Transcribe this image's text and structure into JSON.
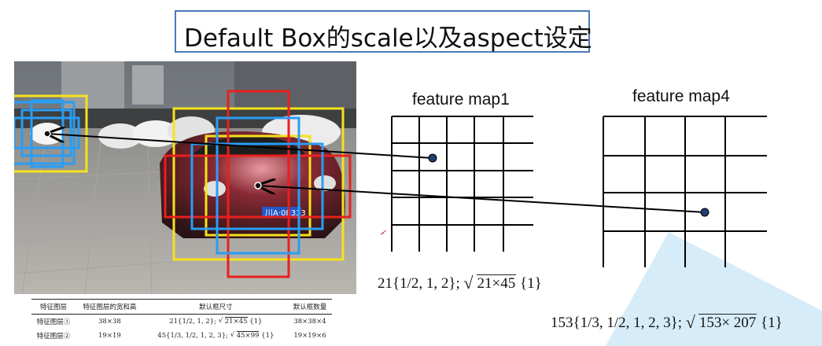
{
  "title": "Default Box的scale以及aspect设定",
  "feature_maps": [
    {
      "label": "feature map1",
      "formula": {
        "prefix": "21{1/2, 1, 2};",
        "sqrt": "21×45",
        "suffix": "{1}"
      }
    },
    {
      "label": "feature map4",
      "formula": {
        "prefix": "153{1/3, 1/2, 1, 2, 3};",
        "sqrt": "153× 207",
        "suffix": "{1}"
      }
    }
  ],
  "photo": {
    "plate_text": "川A·0E333"
  },
  "table": {
    "headers": [
      "特征图层",
      "特征图层的宽和高",
      "默认框尺寸",
      "默认框数量"
    ],
    "rows": [
      {
        "layer": "特征图层①",
        "size": "38×38",
        "box_prefix": "21{1/2, 1, 2};",
        "box_sqrt": "21×45",
        "box_suffix": "{1}",
        "count": "38×38×4"
      },
      {
        "layer": "特征图层②",
        "size": "19×19",
        "box_prefix": "45{1/3, 1/2, 1, 2, 3};",
        "box_sqrt": "45×99",
        "box_suffix": "{1}",
        "count": "19×19×6"
      }
    ]
  },
  "colors": {
    "title_border": "#4a7ab8",
    "box_yellow": "#f5e21c",
    "box_red": "#e8201c",
    "box_blue": "#2a9df4",
    "grid": "#000000",
    "highlight": "#d6ecf8"
  }
}
